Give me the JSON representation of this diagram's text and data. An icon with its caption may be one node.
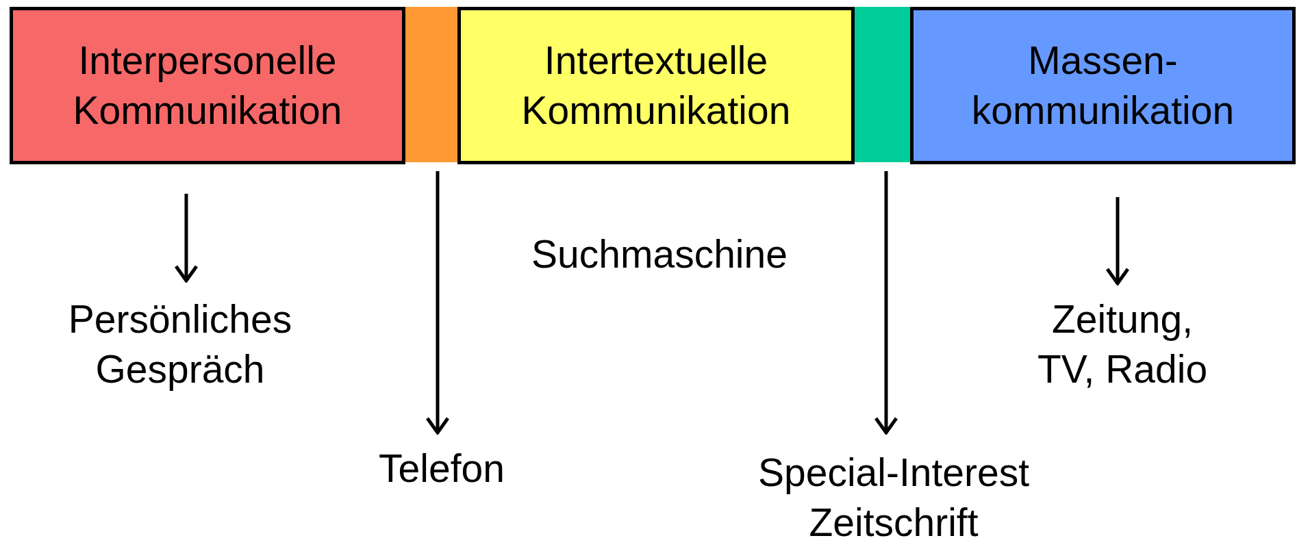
{
  "diagram": {
    "nodes": [
      {
        "text": [
          "Interpersonelle Kommunikation"
        ]
      },
      {
        "text": [],
        "shape": "bar"
      },
      {
        "text": [
          "Intertextuelle Kommunikation"
        ]
      },
      {
        "text": [],
        "shape": "bar"
      },
      {
        "text": [
          "Massen- kommunikation"
        ]
      },
      {
        "text": [
          "Persönliches Gespräch"
        ]
      },
      {
        "text": [
          "Telefon"
        ]
      },
      {
        "text": [
          "Special-Interest Zeitschrift"
        ]
      },
      {
        "text": [
          "Zeitung, TV, Radio"
        ]
      }
    ],
    "edges": [
      {
        "from": 0,
        "to": 5,
        "arrow": "to"
      },
      {
        "from": 1,
        "to": 6,
        "arrow": "to"
      },
      {
        "from": 3,
        "to": 7,
        "arrow": "to"
      },
      {
        "from": 4,
        "to": 8,
        "arrow": "to"
      }
    ],
    "labels": [
      "Suchmaschine"
    ]
  }
}
